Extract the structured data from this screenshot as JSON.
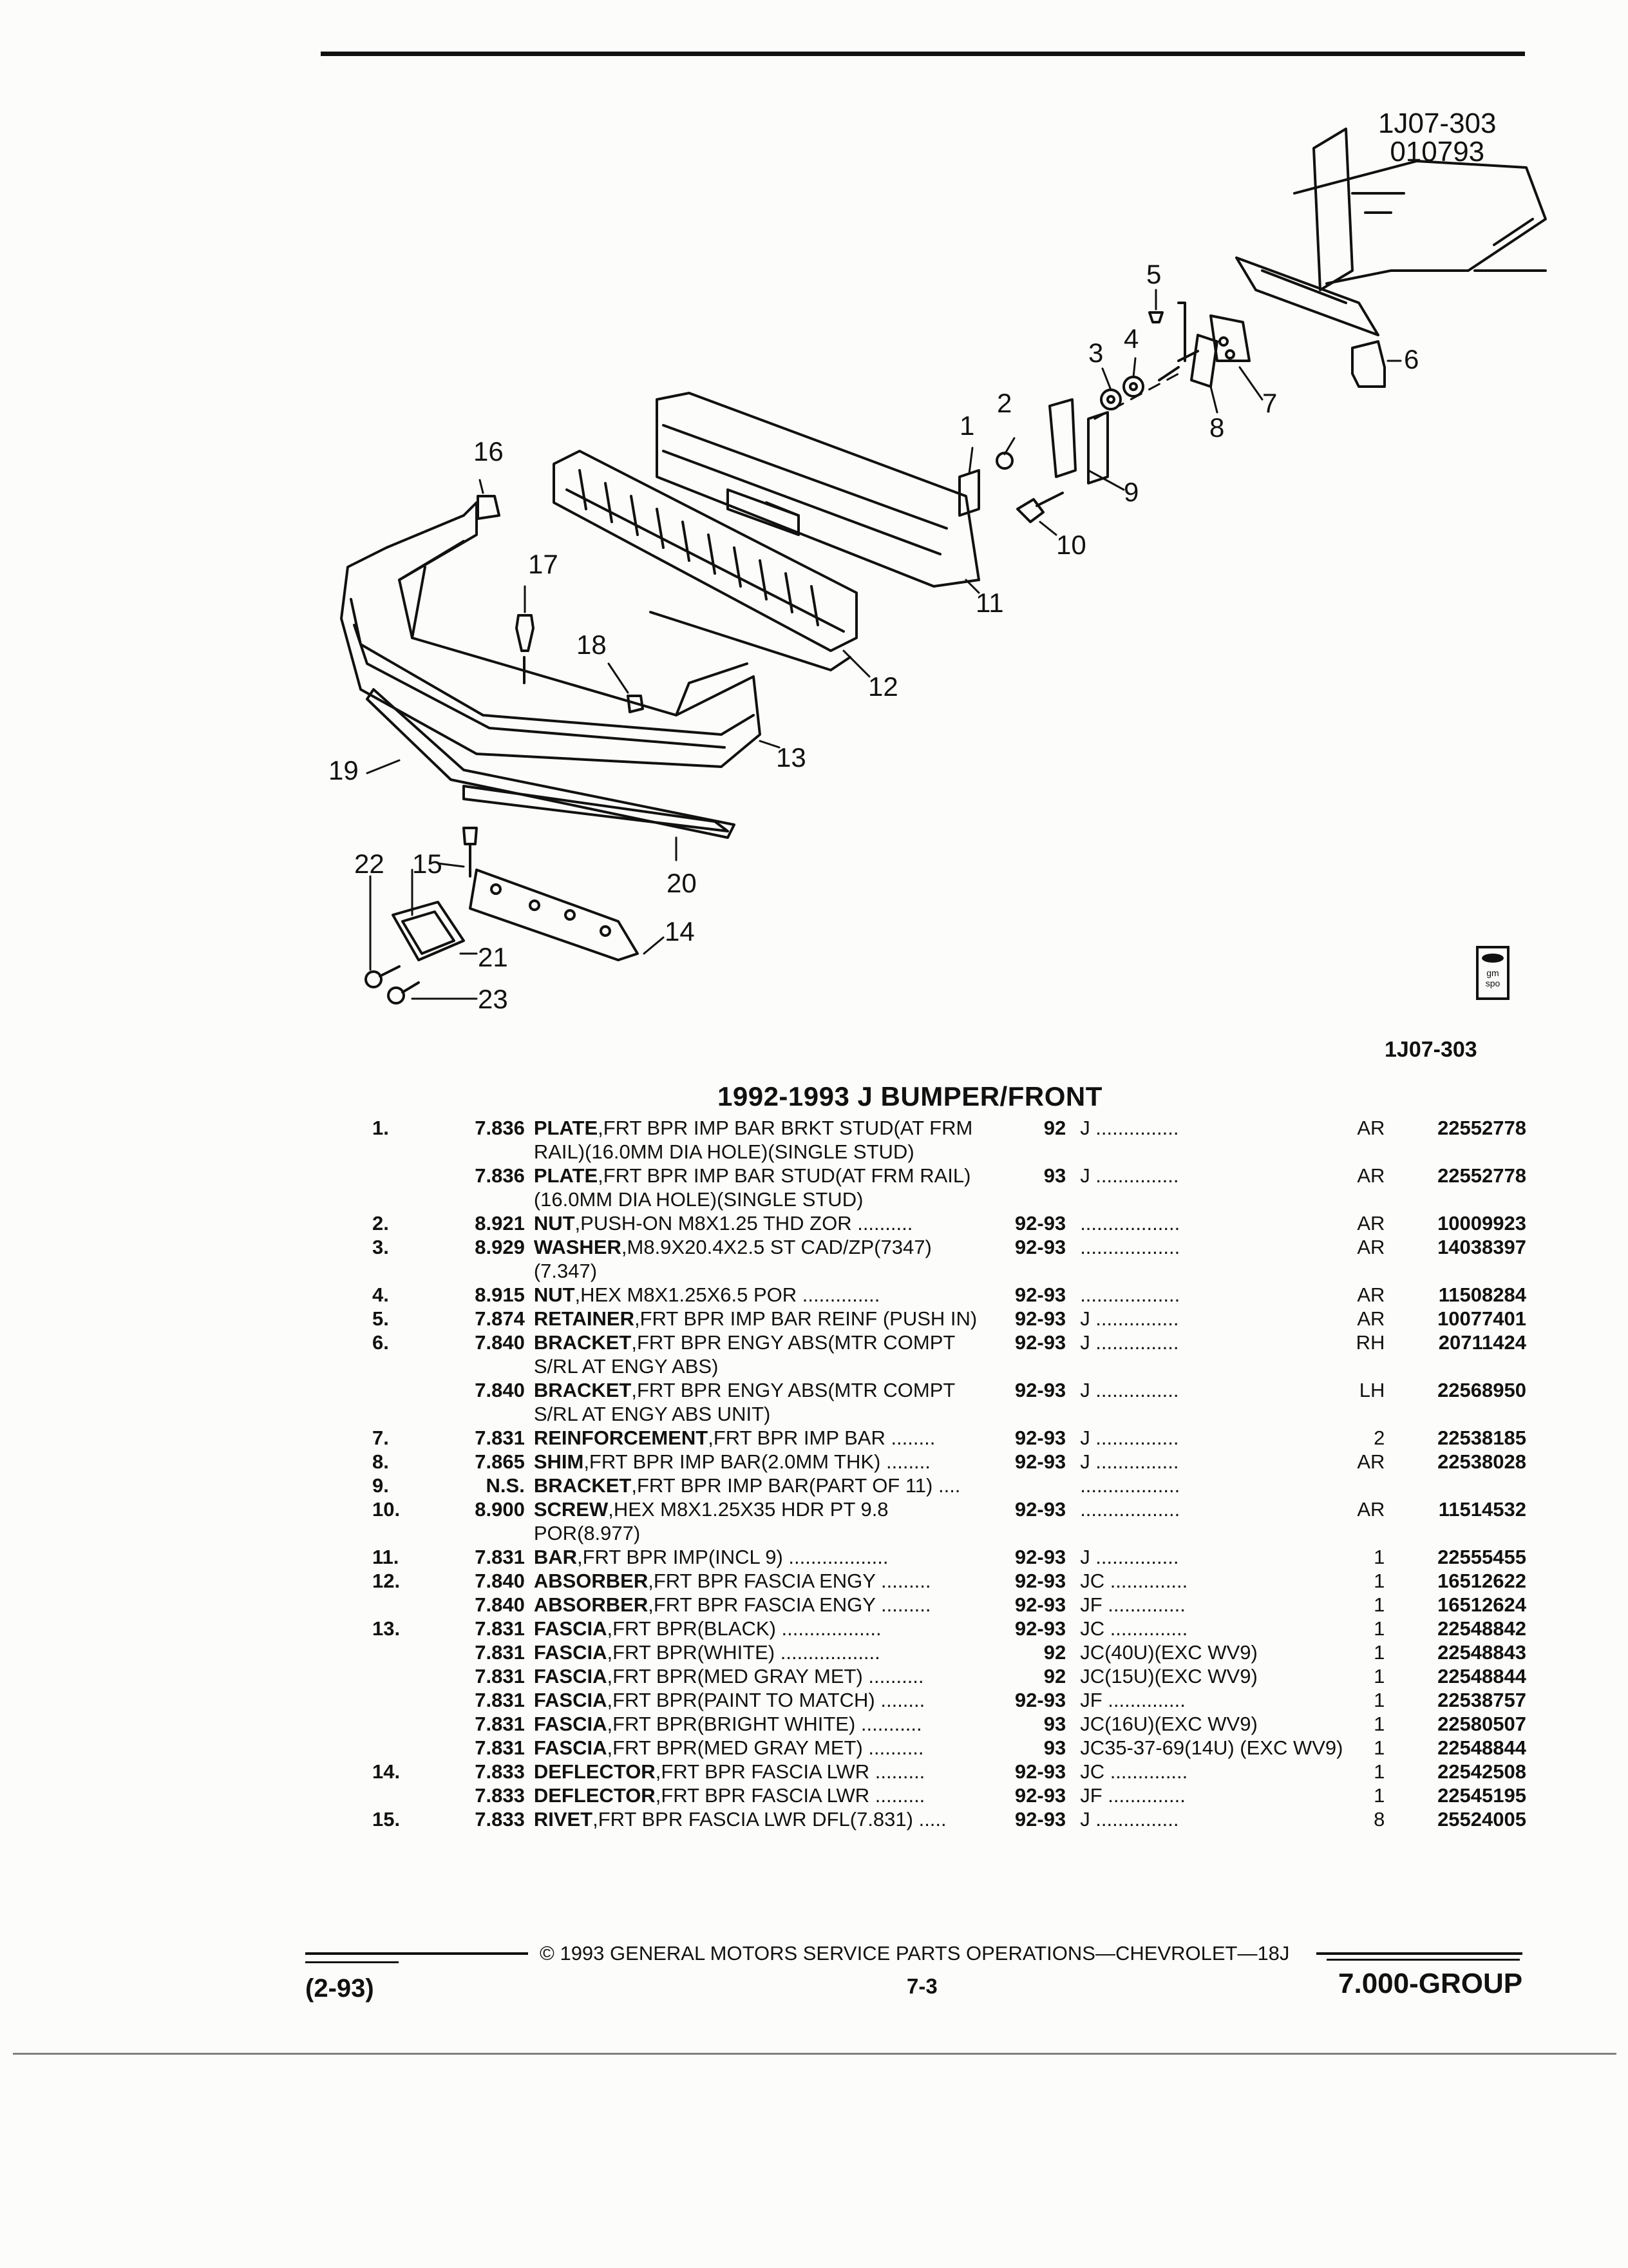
{
  "diagram": {
    "id_top": "1J07-303",
    "date_code": "010793",
    "id_bottom": "1J07-303",
    "logo_text": "gm spo",
    "callouts": [
      "1",
      "2",
      "3",
      "4",
      "5",
      "6",
      "7",
      "8",
      "9",
      "10",
      "11",
      "12",
      "13",
      "14",
      "15",
      "16",
      "17",
      "18",
      "19",
      "20",
      "21",
      "22",
      "23"
    ]
  },
  "title": "1992-1993 J BUMPER/FRONT",
  "rows": [
    {
      "ref": "1.",
      "grp": "7.836",
      "name": "PLATE",
      "desc": ",FRT BPR IMP BAR BRKT STUD(AT FRM RAIL)(16.0MM DIA HOLE)(SINGLE STUD)",
      "yr": "92",
      "mdl": "J ...............",
      "qty": "AR",
      "part": "22552778"
    },
    {
      "ref": "",
      "grp": "7.836",
      "name": "PLATE",
      "desc": ",FRT BPR IMP BAR STUD(AT FRM RAIL) (16.0MM DIA HOLE)(SINGLE STUD)",
      "yr": "93",
      "mdl": "J ...............",
      "qty": "AR",
      "part": "22552778"
    },
    {
      "ref": "2.",
      "grp": "8.921",
      "name": "NUT",
      "desc": ",PUSH-ON M8X1.25 THD ZOR ..........",
      "yr": "92-93",
      "mdl": "..................",
      "qty": "AR",
      "part": "10009923"
    },
    {
      "ref": "3.",
      "grp": "8.929",
      "name": "WASHER",
      "desc": ",M8.9X20.4X2.5 ST CAD/ZP(7347) (7.347)",
      "yr": "92-93",
      "mdl": "..................",
      "qty": "AR",
      "part": "14038397"
    },
    {
      "ref": "4.",
      "grp": "8.915",
      "name": "NUT",
      "desc": ",HEX M8X1.25X6.5 POR ..............",
      "yr": "92-93",
      "mdl": "..................",
      "qty": "AR",
      "part": "11508284"
    },
    {
      "ref": "5.",
      "grp": "7.874",
      "name": "RETAINER",
      "desc": ",FRT BPR IMP BAR REINF (PUSH IN)",
      "yr": "92-93",
      "mdl": "J ...............",
      "qty": "AR",
      "part": "10077401"
    },
    {
      "ref": "6.",
      "grp": "7.840",
      "name": "BRACKET",
      "desc": ",FRT BPR ENGY ABS(MTR COMPT S/RL AT ENGY ABS)",
      "yr": "92-93",
      "mdl": "J ...............",
      "qty": "RH",
      "part": "20711424"
    },
    {
      "ref": "",
      "grp": "7.840",
      "name": "BRACKET",
      "desc": ",FRT BPR ENGY ABS(MTR COMPT S/RL AT ENGY ABS UNIT)",
      "yr": "92-93",
      "mdl": "J ...............",
      "qty": "LH",
      "part": "22568950"
    },
    {
      "ref": "7.",
      "grp": "7.831",
      "name": "REINFORCEMENT",
      "desc": ",FRT BPR IMP BAR ........",
      "yr": "92-93",
      "mdl": "J ...............",
      "qty": "2",
      "part": "22538185"
    },
    {
      "ref": "8.",
      "grp": "7.865",
      "name": "SHIM",
      "desc": ",FRT BPR IMP BAR(2.0MM THK) ........",
      "yr": "92-93",
      "mdl": "J ...............",
      "qty": "AR",
      "part": "22538028"
    },
    {
      "ref": "9.",
      "grp": "N.S.",
      "name": "BRACKET",
      "desc": ",FRT BPR IMP BAR(PART OF 11) ....",
      "yr": "",
      "mdl": "..................",
      "qty": "",
      "part": ""
    },
    {
      "ref": "10.",
      "grp": "8.900",
      "name": "SCREW",
      "desc": ",HEX M8X1.25X35 HDR PT 9.8 POR(8.977)",
      "yr": "92-93",
      "mdl": "..................",
      "qty": "AR",
      "part": "11514532"
    },
    {
      "ref": "11.",
      "grp": "7.831",
      "name": "BAR",
      "desc": ",FRT BPR IMP(INCL 9) ..................",
      "yr": "92-93",
      "mdl": "J ...............",
      "qty": "1",
      "part": "22555455"
    },
    {
      "ref": "12.",
      "grp": "7.840",
      "name": "ABSORBER",
      "desc": ",FRT BPR FASCIA ENGY .........",
      "yr": "92-93",
      "mdl": "JC ..............",
      "qty": "1",
      "part": "16512622"
    },
    {
      "ref": "",
      "grp": "7.840",
      "name": "ABSORBER",
      "desc": ",FRT BPR FASCIA ENGY .........",
      "yr": "92-93",
      "mdl": "JF ..............",
      "qty": "1",
      "part": "16512624"
    },
    {
      "ref": "13.",
      "grp": "7.831",
      "name": "FASCIA",
      "desc": ",FRT BPR(BLACK) ..................",
      "yr": "92-93",
      "mdl": "JC ..............",
      "qty": "1",
      "part": "22548842"
    },
    {
      "ref": "",
      "grp": "7.831",
      "name": "FASCIA",
      "desc": ",FRT BPR(WHITE) ..................",
      "yr": "92",
      "mdl": "JC(40U)(EXC WV9)",
      "qty": "1",
      "part": "22548843"
    },
    {
      "ref": "",
      "grp": "7.831",
      "name": "FASCIA",
      "desc": ",FRT BPR(MED GRAY MET) ..........",
      "yr": "92",
      "mdl": "JC(15U)(EXC WV9)",
      "qty": "1",
      "part": "22548844"
    },
    {
      "ref": "",
      "grp": "7.831",
      "name": "FASCIA",
      "desc": ",FRT BPR(PAINT TO MATCH) ........",
      "yr": "92-93",
      "mdl": "JF ..............",
      "qty": "1",
      "part": "22538757"
    },
    {
      "ref": "",
      "grp": "7.831",
      "name": "FASCIA",
      "desc": ",FRT BPR(BRIGHT WHITE) ...........",
      "yr": "93",
      "mdl": "JC(16U)(EXC WV9)",
      "qty": "1",
      "part": "22580507"
    },
    {
      "ref": "",
      "grp": "7.831",
      "name": "FASCIA",
      "desc": ",FRT BPR(MED GRAY MET) ..........",
      "yr": "93",
      "mdl": "JC35-37-69(14U) (EXC WV9)",
      "qty": "1",
      "part": "22548844"
    },
    {
      "ref": "14.",
      "grp": "7.833",
      "name": "DEFLECTOR",
      "desc": ",FRT BPR FASCIA LWR .........",
      "yr": "92-93",
      "mdl": "JC ..............",
      "qty": "1",
      "part": "22542508"
    },
    {
      "ref": "",
      "grp": "7.833",
      "name": "DEFLECTOR",
      "desc": ",FRT BPR FASCIA LWR .........",
      "yr": "92-93",
      "mdl": "JF ..............",
      "qty": "1",
      "part": "22545195"
    },
    {
      "ref": "15.",
      "grp": "7.833",
      "name": "RIVET",
      "desc": ",FRT BPR FASCIA LWR DFL(7.831) .....",
      "yr": "92-93",
      "mdl": "J ...............",
      "qty": "8",
      "part": "25524005"
    }
  ],
  "footer": {
    "copyright": "© 1993 GENERAL MOTORS SERVICE PARTS OPERATIONS—CHEVROLET—18J",
    "revision": "(2-93)",
    "page": "7-3",
    "group": "7.000-GROUP"
  }
}
